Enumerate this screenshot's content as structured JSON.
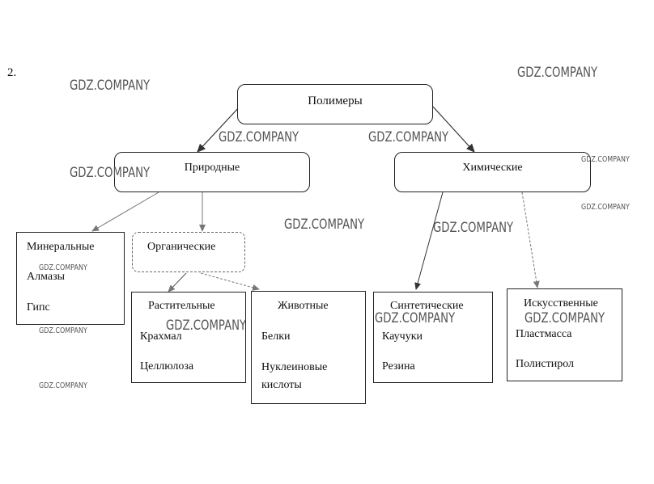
{
  "task_number": "2.",
  "root": {
    "label": "Полимеры"
  },
  "natural": {
    "label": "Природные",
    "mineral": {
      "label": "Минеральные",
      "items": [
        "Алмазы",
        "Гипс"
      ]
    },
    "organic": {
      "label": "Органические",
      "plant": {
        "label": "Растительные",
        "items": [
          "Крахмал",
          "Целлюлоза"
        ]
      },
      "animal": {
        "label": "Животные",
        "items": [
          "Белки",
          "Нуклеиновые",
          "кислоты"
        ]
      }
    }
  },
  "chemical": {
    "label": "Химические",
    "synthetic": {
      "label": "Синтетические",
      "items": [
        "Каучуки",
        "Резина"
      ]
    },
    "artificial": {
      "label": "Искусственные",
      "items": [
        "Пластмасса",
        "Полистирол"
      ]
    }
  },
  "watermark": "GDZ.COMPANY"
}
